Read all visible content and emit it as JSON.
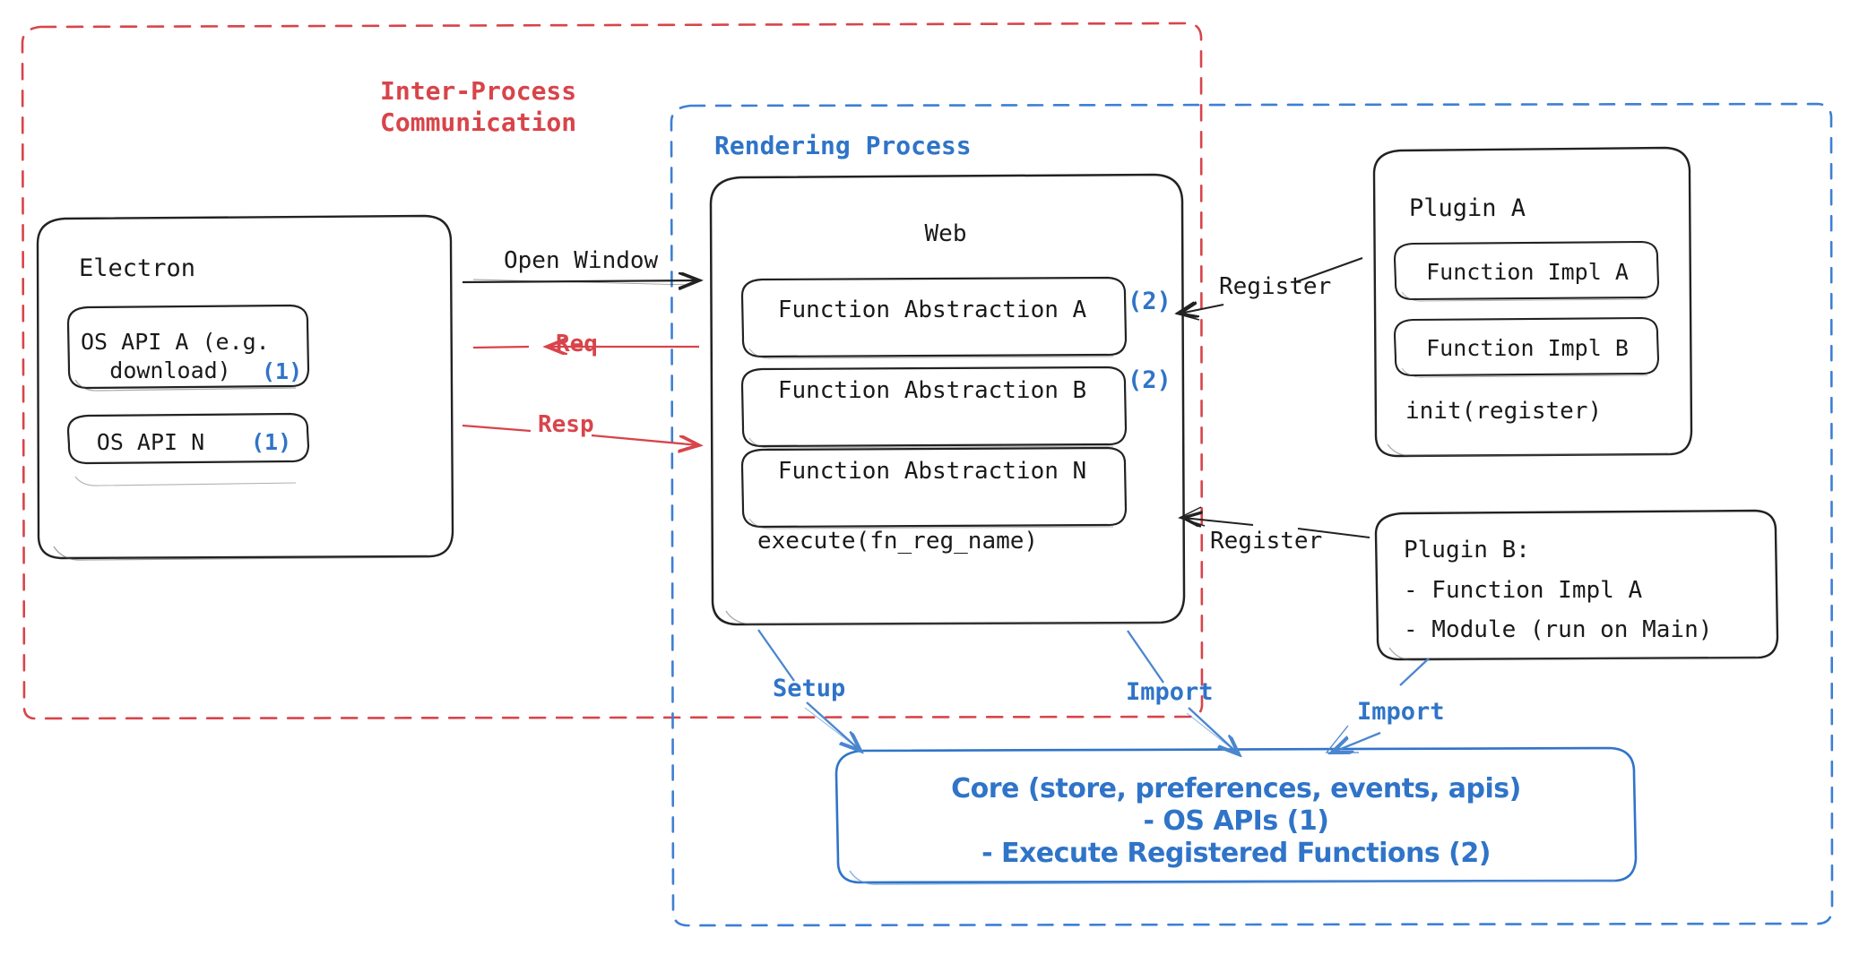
{
  "diagram": {
    "title": "Electron plugin architecture",
    "colors": {
      "ipc_red": "#d8444a",
      "process_blue": "#3d7fd4",
      "accent_blue": "#2f74c8",
      "box_outline": "#222222",
      "background": "#ffffff"
    },
    "containers": {
      "ipc": {
        "label_line1": "Inter-Process",
        "label_line2": "Communication",
        "border_style": "dashed",
        "color": "#d8444a"
      },
      "rendering_process": {
        "label": "Rendering Process",
        "border_style": "dashed",
        "color": "#3d7fd4"
      }
    },
    "electron": {
      "title": "Electron",
      "apis": [
        {
          "label": "OS API A (e.g.\ndownload)",
          "marker": "(1)"
        },
        {
          "label": "OS API N",
          "marker": "(1)"
        }
      ]
    },
    "web": {
      "title": "Web",
      "abstractions": [
        {
          "label": "Function Abstraction A",
          "marker": "(2)"
        },
        {
          "label": "Function Abstraction B",
          "marker": "(2)"
        },
        {
          "label": "Function Abstraction N",
          "marker": ""
        }
      ],
      "footer": "execute(fn_reg_name)"
    },
    "plugin_a": {
      "title": "Plugin A",
      "items": [
        "Function Impl A",
        "Function Impl B"
      ],
      "footer": "init(register)"
    },
    "plugin_b": {
      "lines": [
        "Plugin B:",
        "- Function Impl A",
        "- Module (run on Main)"
      ]
    },
    "core": {
      "lines": [
        "Core (store, preferences, events, apis)",
        "- OS APIs (1)",
        "- Execute Registered Functions (2)"
      ]
    },
    "edges": [
      {
        "name": "open-window",
        "label": "Open Window",
        "color": "#222222",
        "direction": "left-to-right"
      },
      {
        "name": "req",
        "label": "Req",
        "color": "#d8444a",
        "direction": "right-to-left"
      },
      {
        "name": "resp",
        "label": "Resp",
        "color": "#d8444a",
        "direction": "left-to-right"
      },
      {
        "name": "register-plugin-a",
        "label": "Register",
        "color": "#222222",
        "direction": "right-to-left"
      },
      {
        "name": "register-plugin-b",
        "label": "Register",
        "color": "#222222",
        "direction": "right-to-left"
      },
      {
        "name": "setup",
        "label": "Setup",
        "color": "#3d7fd4",
        "direction": "top-to-bottom"
      },
      {
        "name": "import-web",
        "label": "Import",
        "color": "#3d7fd4",
        "direction": "top-to-bottom"
      },
      {
        "name": "import-plugin-b",
        "label": "Import",
        "color": "#3d7fd4",
        "direction": "top-to-bottom"
      }
    ]
  }
}
